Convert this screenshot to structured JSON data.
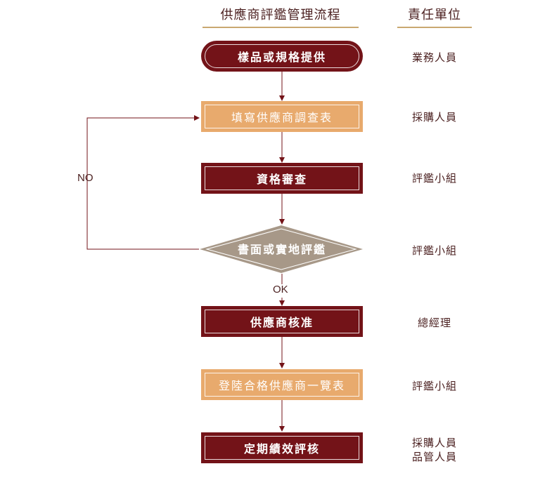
{
  "headers": {
    "process": "供應商評鑑管理流程",
    "responsibility": "責任單位"
  },
  "steps": [
    {
      "label": "樣品或規格提供",
      "responsible": "業務人員"
    },
    {
      "label": "填寫供應商調查表",
      "responsible": "採購人員"
    },
    {
      "label": "資格審查",
      "responsible": "評鑑小組"
    },
    {
      "label": "書面或實地評鑑",
      "responsible": "評鑑小組"
    },
    {
      "label": "供應商核准",
      "responsible": "總經理"
    },
    {
      "label": "登陸合格供應商一覽表",
      "responsible": "評鑑小組"
    },
    {
      "label": "定期績效評核",
      "responsible": "採購人員",
      "responsible_2": "品管人員"
    }
  ],
  "decision": {
    "no_label": "NO",
    "ok_label": "OK"
  },
  "colors": {
    "dark_box": "#731318",
    "light_box": "#e8aa6d",
    "diamond": "#a79888",
    "header_underline": "#c9a870",
    "connector": "#731318"
  }
}
